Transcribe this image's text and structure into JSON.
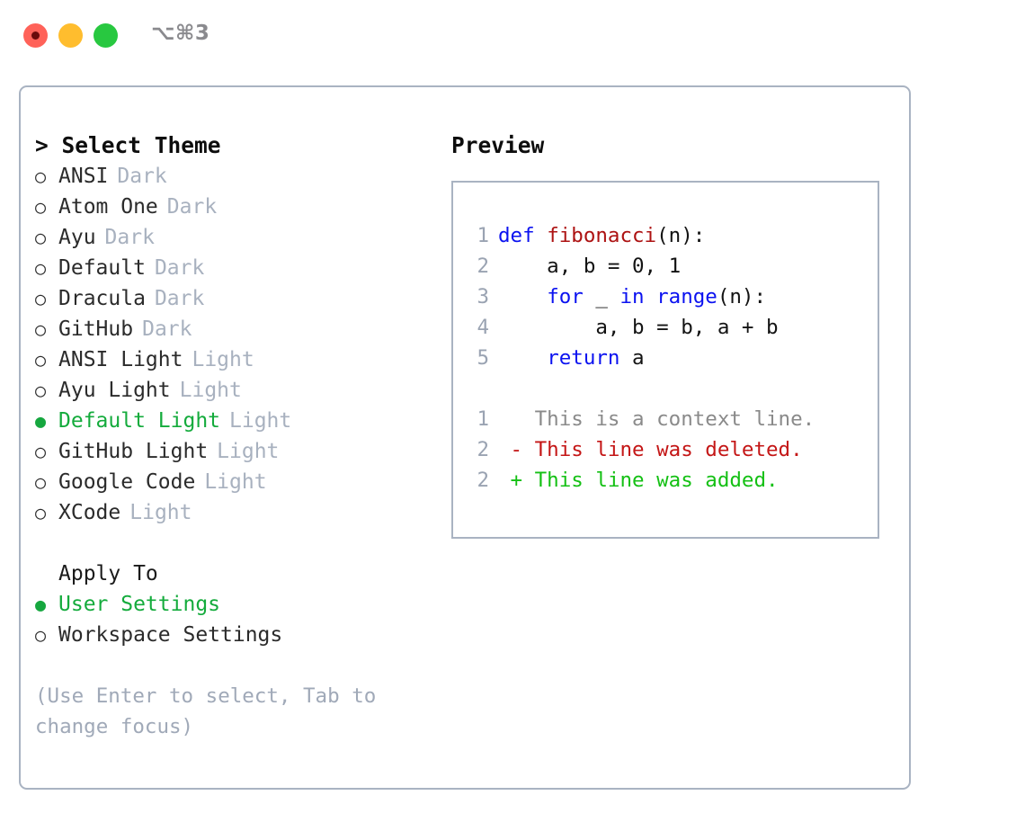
{
  "titlebar": {
    "shortcut": "⌥⌘3",
    "traffic_lights": [
      {
        "name": "close",
        "color": "#ff6259"
      },
      {
        "name": "minimize",
        "color": "#ffbd2e"
      },
      {
        "name": "maximize",
        "color": "#28c840"
      }
    ]
  },
  "theme_panel": {
    "title": "> Select Theme",
    "bullet_selected": "●",
    "bullet_unselected": "○",
    "items": [
      {
        "label": "ANSI",
        "tag": "Dark",
        "selected": false
      },
      {
        "label": "Atom One",
        "tag": "Dark",
        "selected": false
      },
      {
        "label": "Ayu",
        "tag": "Dark",
        "selected": false
      },
      {
        "label": "Default",
        "tag": "Dark",
        "selected": false
      },
      {
        "label": "Dracula",
        "tag": "Dark",
        "selected": false
      },
      {
        "label": "GitHub",
        "tag": "Dark",
        "selected": false
      },
      {
        "label": "ANSI Light",
        "tag": "Light",
        "selected": false
      },
      {
        "label": "Ayu Light",
        "tag": "Light",
        "selected": false
      },
      {
        "label": "Default Light",
        "tag": "Light",
        "selected": true
      },
      {
        "label": "GitHub Light",
        "tag": "Light",
        "selected": false
      },
      {
        "label": "Google Code",
        "tag": "Light",
        "selected": false
      },
      {
        "label": "XCode",
        "tag": "Light",
        "selected": false
      }
    ]
  },
  "apply_to": {
    "title": "Apply To",
    "items": [
      {
        "label": "User Settings",
        "selected": true
      },
      {
        "label": "Workspace Settings",
        "selected": false
      }
    ]
  },
  "hint": "(Use Enter to select, Tab to change focus)",
  "preview": {
    "title": "Preview",
    "code_lines": [
      {
        "no": "1",
        "tokens": [
          {
            "t": "def ",
            "c": "kw"
          },
          {
            "t": "fibonacci",
            "c": "fn"
          },
          {
            "t": "(n):",
            "c": "pl"
          }
        ]
      },
      {
        "no": "2",
        "tokens": [
          {
            "t": "    a, b = 0, 1",
            "c": "pl"
          }
        ]
      },
      {
        "no": "3",
        "tokens": [
          {
            "t": "    ",
            "c": "pl"
          },
          {
            "t": "for",
            "c": "kw"
          },
          {
            "t": " _ ",
            "c": "pl"
          },
          {
            "t": "in",
            "c": "kw"
          },
          {
            "t": " ",
            "c": "pl"
          },
          {
            "t": "range",
            "c": "kw"
          },
          {
            "t": "(n):",
            "c": "pl"
          }
        ]
      },
      {
        "no": "4",
        "tokens": [
          {
            "t": "        a, b = b, a + b",
            "c": "pl"
          }
        ]
      },
      {
        "no": "5",
        "tokens": [
          {
            "t": "    ",
            "c": "pl"
          },
          {
            "t": "return",
            "c": "kw"
          },
          {
            "t": " a",
            "c": "pl"
          }
        ]
      }
    ],
    "diff_lines": [
      {
        "no": "1",
        "tokens": [
          {
            "t": "   This is a context line.",
            "c": "ctx"
          }
        ]
      },
      {
        "no": "2",
        "tokens": [
          {
            "t": " - This line was deleted.",
            "c": "del"
          }
        ]
      },
      {
        "no": "2",
        "tokens": [
          {
            "t": " + This line was added.",
            "c": "add"
          }
        ]
      }
    ]
  },
  "colors": {
    "accent_green": "#14ab3c",
    "border": "#a9b3c2",
    "muted": "#a8b1bf",
    "keyword": "#0b12f0",
    "function": "#ad1212",
    "plain": "#131313",
    "context": "#8a8a8a",
    "deleted": "#c41616",
    "added": "#14c014"
  }
}
